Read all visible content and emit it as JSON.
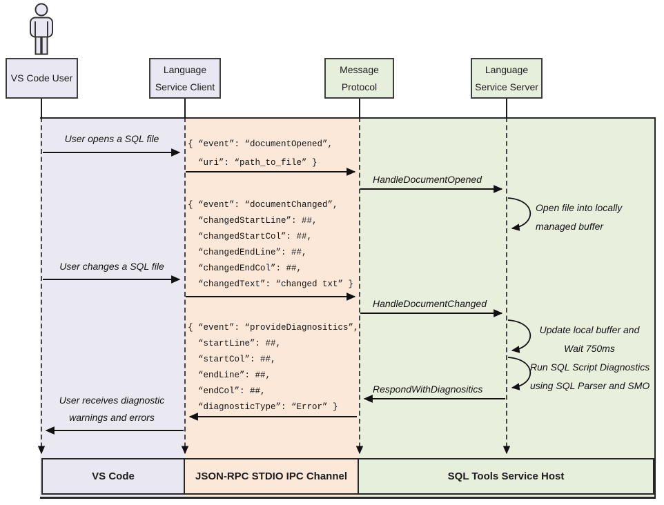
{
  "actors": {
    "user": {
      "label": "VS Code User"
    },
    "client": {
      "line1": "Language",
      "line2": "Service Client"
    },
    "protocol": {
      "line1": "Message",
      "line2": "Protocol"
    },
    "server": {
      "line1": "Language",
      "line2": "Service Server"
    }
  },
  "messages": {
    "user_opens": "User opens a SQL file",
    "user_changes": "User changes a SQL file",
    "user_receives_line1": "User receives diagnostic",
    "user_receives_line2": "warnings and errors",
    "handle_document_opened": "HandleDocumentOpened",
    "handle_document_changed": "HandleDocumentChanged",
    "respond_with_diagnostics": "RespondWithDiagnositics"
  },
  "server_notes": {
    "open_file": [
      "Open file into locally",
      "managed buffer"
    ],
    "update_buffer": [
      "Update local buffer and",
      "Wait 750ms"
    ],
    "run_diagnostics": [
      "Run SQL Script Diagnostics",
      "using SQL Parser and SMO"
    ]
  },
  "json_payloads": {
    "document_opened": [
      "{ “event”: “documentOpened”,",
      "  “uri”: “path_to_file” }"
    ],
    "document_changed": [
      "{ “event”: “documentChanged”,",
      "  “changedStartLine”: ##,",
      "  “changedStartCol”: ##,",
      "  “changedEndLine”: ##,",
      "  “changedEndCol”: ##,",
      "  “changedText”: “changed txt” }"
    ],
    "provide_diagnostics": [
      "{ “event”: “provideDiagnositics”,",
      "  “startLine”: ##,",
      "  “startCol”: ##,",
      "  “endLine”: ##,",
      "  “endCol”: ##,",
      "  “diagnosticType”: “Error” }"
    ]
  },
  "footer": {
    "vscode": "VS Code",
    "ipc_channel": "JSON-RPC STDIO IPC Channel",
    "service_host": "SQL Tools Service Host"
  },
  "colors": {
    "lane_user": "#eae8f1",
    "lane_channel": "#fce8d8",
    "lane_host": "#e8f0dd",
    "box_lavender": "#e9e7f2",
    "box_green": "#e6efdb",
    "line": "#1a1a1a"
  }
}
